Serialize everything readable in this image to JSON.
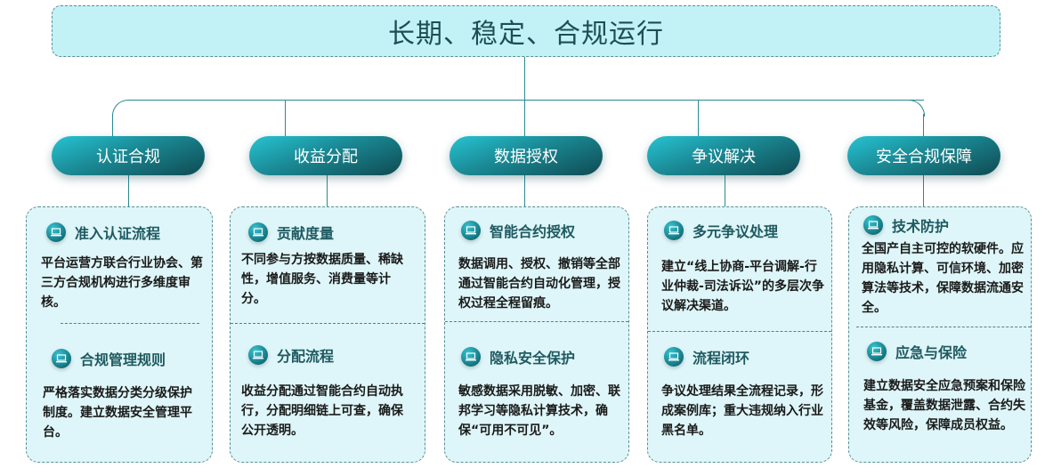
{
  "title": "长期、稳定、合规运行",
  "colors": {
    "title_bg": "#c2f2f6",
    "card_bg": "#def6f9",
    "pill_start": "#27c3d3",
    "pill_end": "#0f4a52",
    "heading_text": "#1f5a61",
    "connector": "#2a8a93"
  },
  "pillars": [
    {
      "label": "认证合规",
      "sections": [
        {
          "icon": "laptop-icon",
          "title": "准入认证流程",
          "body": "平台运营方联合行业协会、第三方合规机构进行多维度审核。"
        },
        {
          "icon": "laptop-icon",
          "title": "合规管理规则",
          "body": "严格落实数据分类分级保护制度。建立数据安全管理平台。"
        }
      ]
    },
    {
      "label": "收益分配",
      "sections": [
        {
          "icon": "laptop-icon",
          "title": "贡献度量",
          "body": "不同参与方按数据质量、稀缺性，增值服务、消费量等计分。"
        },
        {
          "icon": "laptop-icon",
          "title": "分配流程",
          "body": "收益分配通过智能合约自动执行，分配明细链上可查，确保公开透明。"
        }
      ]
    },
    {
      "label": "数据授权",
      "sections": [
        {
          "icon": "laptop-icon",
          "title": "智能合约授权",
          "body": "数据调用、授权、撤销等全部通过智能合约自动化管理，授权过程全程留痕。"
        },
        {
          "icon": "laptop-icon",
          "title": "隐私安全保护",
          "body": "敏感数据采用脱敏、加密、联邦学习等隐私计算技术，确保“可用不可见”。"
        }
      ]
    },
    {
      "label": "争议解决",
      "sections": [
        {
          "icon": "laptop-icon",
          "title": "多元争议处理",
          "body": "建立“线上协商-平台调解-行业仲裁-司法诉讼”的多层次争议解决渠道。"
        },
        {
          "icon": "laptop-icon",
          "title": "流程闭环",
          "body": "争议处理结果全流程记录，形成案例库；重大违规纳入行业黑名单。"
        }
      ]
    },
    {
      "label": "安全合规保障",
      "sections": [
        {
          "icon": "laptop-icon",
          "title": "技术防护",
          "body": "全国产自主可控的软硬件。应用隐私计算、可信环境、加密算法等技术，保障数据流通安全。"
        },
        {
          "icon": "laptop-icon",
          "title": "应急与保险",
          "body": "建立数据安全应急预案和保险基金，覆盖数据泄露、合约失效等风险，保障成员权益。"
        }
      ]
    }
  ]
}
